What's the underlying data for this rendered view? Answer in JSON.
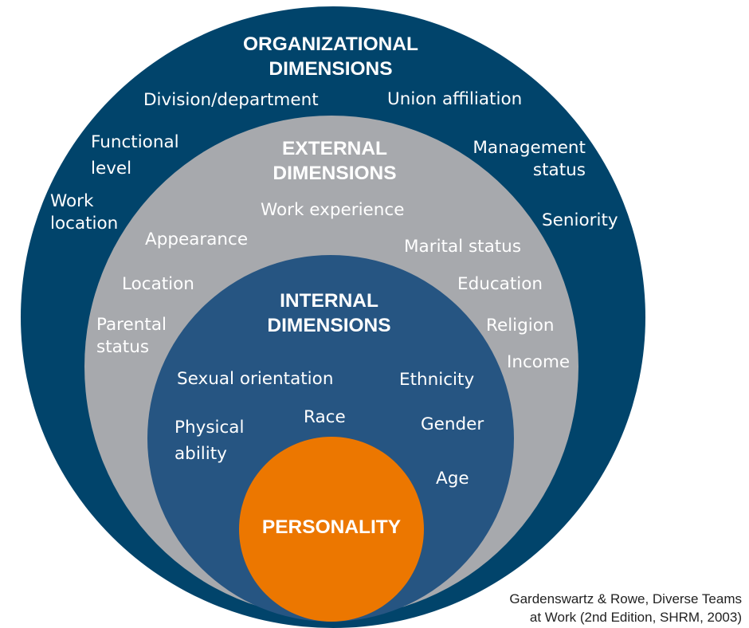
{
  "colors": {
    "organizational": "#01446b",
    "external": "#a7a9ad",
    "internal": "#265582",
    "personality": "#ec7700",
    "text": "#ffffff",
    "citation": "#222222"
  },
  "organizational": {
    "title": [
      "ORGANIZATIONAL",
      "DIMENSIONS"
    ],
    "items": {
      "division": [
        "Division/department"
      ],
      "union": [
        "Union affiliation"
      ],
      "functional": [
        "Functional",
        "level"
      ],
      "management": [
        "Management",
        "status"
      ],
      "work_location": [
        "Work",
        "location"
      ],
      "seniority": [
        "Seniority"
      ]
    }
  },
  "external": {
    "title": [
      "EXTERNAL",
      "DIMENSIONS"
    ],
    "items": {
      "work_experience": [
        "Work experience"
      ],
      "appearance": [
        "Appearance"
      ],
      "marital": [
        "Marital status"
      ],
      "location": [
        "Location"
      ],
      "education": [
        "Education"
      ],
      "parental": [
        "Parental",
        "status"
      ],
      "religion": [
        "Religion"
      ],
      "income": [
        "Income"
      ]
    }
  },
  "internal": {
    "title": [
      "INTERNAL",
      "DIMENSIONS"
    ],
    "items": {
      "sexual": [
        "Sexual orientation"
      ],
      "ethnicity": [
        "Ethnicity"
      ],
      "physical": [
        "Physical",
        "ability"
      ],
      "race": [
        "Race"
      ],
      "gender": [
        "Gender"
      ],
      "age": [
        "Age"
      ]
    }
  },
  "personality": {
    "title": "PERSONALITY"
  },
  "citation": [
    "Gardenswartz & Rowe, Diverse Teams",
    "at Work (2nd Edition, SHRM, 2003)"
  ]
}
